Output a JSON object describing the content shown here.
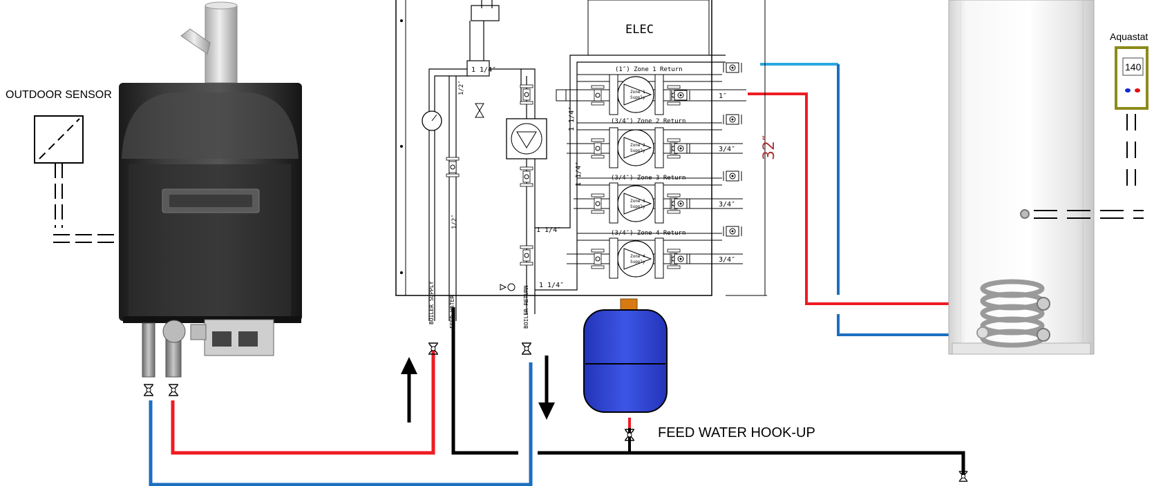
{
  "labels": {
    "outdoor_sensor": "OUTDOOR SENSOR",
    "aquastat": "Aquastat",
    "aquastat_setting": "140",
    "feed_water": "FEED WATER HOOK-UP",
    "elec": "ELEC",
    "height_dim": "32″"
  },
  "panel": {
    "size_top": "1 1/4″",
    "size_vert_left": "1/2″",
    "size_vert_mid": "1/2″",
    "size_riser_1": "1 1/4″",
    "size_riser_2": "1 1/4″",
    "size_horz_1": "1 1/4″",
    "size_horz_2": "1 1/4″",
    "boiler_supply": "BOILER SUPPLY",
    "feed_water_vert": "FEED WATER",
    "boiler_return": "BOILER RETURN"
  },
  "zones": [
    {
      "return_label": "(1″)   Zone 1 Return",
      "pump_label_1": "Zone 1",
      "pump_label_2": "Supply",
      "supply_size": "1″"
    },
    {
      "return_label": "(3/4″) Zone 2 Return",
      "pump_label_1": "Zone 2",
      "pump_label_2": "Supply",
      "supply_size": "3/4″"
    },
    {
      "return_label": "(3/4″)  Zone 3 Return",
      "pump_label_1": "Zone 3",
      "pump_label_2": "Supply",
      "supply_size": "3/4″"
    },
    {
      "return_label": "(3/4″)  Zone 4 Return",
      "pump_label_1": "Zone 4",
      "pump_label_2": "Supply",
      "supply_size": "3/4″"
    }
  ],
  "colors": {
    "supply_red": "#ee1c24",
    "return_blue": "#1c6fc0",
    "light_blue": "#29a8e0",
    "feed_black": "#000000",
    "tank_blue": "#2a3fcf",
    "aquastat_border": "#8b8b1a"
  }
}
